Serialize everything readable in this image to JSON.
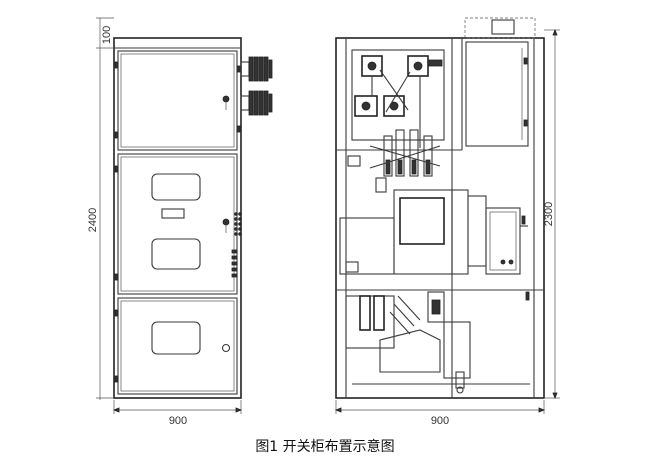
{
  "caption": "图1 开关柜布置示意图",
  "dimensions": {
    "front_top": "100",
    "front_height": "2400",
    "front_width": "900",
    "side_height": "2300",
    "side_width": "900"
  }
}
